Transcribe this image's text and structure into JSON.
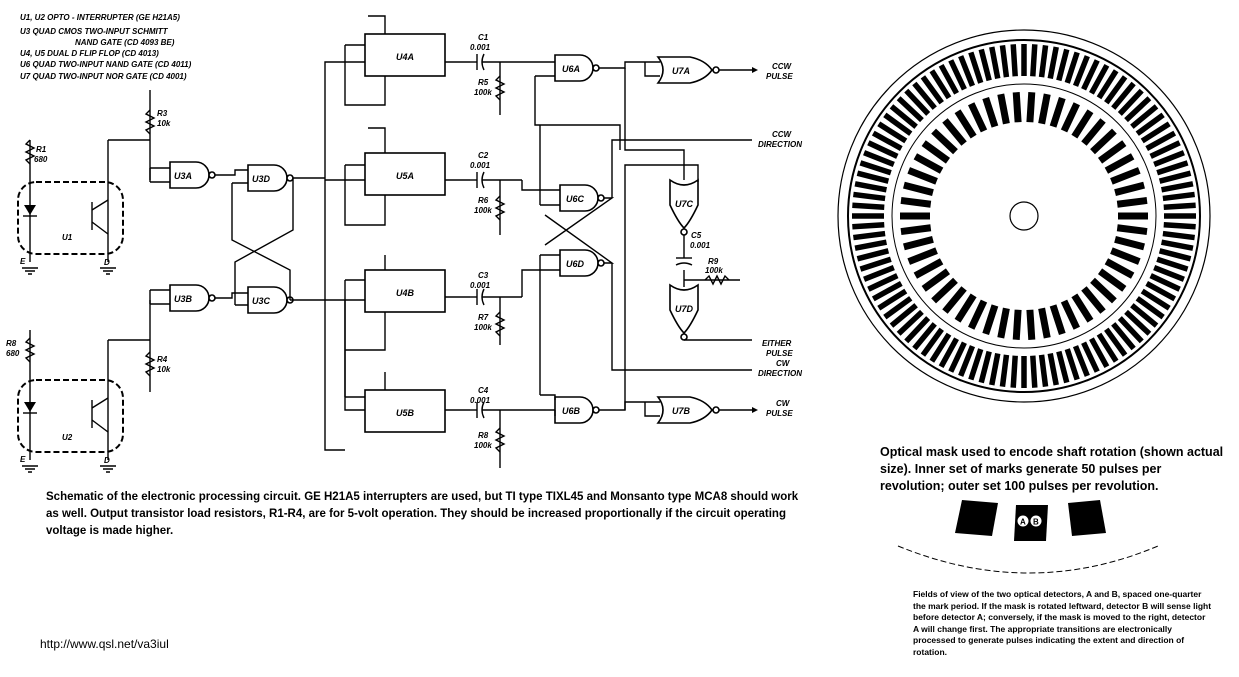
{
  "legend": [
    "U1, U2 OPTO - INTERRUPTER (GE H21A5)",
    "U3  QUAD CMOS TWO-INPUT SCHMITT",
    "NAND GATE (CD 4093 BE)",
    "U4, U5  DUAL D FLIP FLOP (CD 4013)",
    "U6  QUAD TWO-INPUT NAND GATE (CD 4011)",
    "U7  QUAD TWO-INPUT NOR GATE (CD 4001)"
  ],
  "components": {
    "U1": "U1",
    "U2": "U2",
    "R1": "R1",
    "R1v": "680",
    "R8": "R8",
    "R8v": "680",
    "R3": "R3",
    "R3v": "10k",
    "R4": "R4",
    "R4v": "10k",
    "R5": "R5",
    "R5v": "100k",
    "R6": "R6",
    "R6v": "100k",
    "R7": "R7",
    "R7v": "100k",
    "R8b": "R8",
    "R8bv": "100k",
    "R9": "R9",
    "R9v": "100k",
    "C1": "C1",
    "C1v": "0.001",
    "C2": "C2",
    "C2v": "0.001",
    "C3": "C3",
    "C3v": "0.001",
    "C4": "C4",
    "C4v": "0.001",
    "C5": "C5",
    "C5v": "0.001",
    "U3A": "U3A",
    "U3B": "U3B",
    "U3C": "U3C",
    "U3D": "U3D",
    "U4A": "U4A",
    "U4B": "U4B",
    "U5A": "U5A",
    "U5B": "U5B",
    "U6A": "U6A",
    "U6B": "U6B",
    "U6C": "U6C",
    "U6D": "U6D",
    "U7A": "U7A",
    "U7B": "U7B",
    "U7C": "U7C",
    "U7D": "U7D",
    "E": "E",
    "D": "D"
  },
  "outputs": {
    "ccw_pulse": [
      "CCW",
      "PULSE"
    ],
    "ccw_direction": [
      "CCW",
      "DIRECTION"
    ],
    "either_pulse": [
      "EITHER",
      "PULSE"
    ],
    "cw_direction": [
      "CW",
      "DIRECTION"
    ],
    "cw_pulse": [
      "CW",
      "PULSE"
    ]
  },
  "schematic_caption": "Schematic of the electronic processing circuit. GE H21A5 interrupters are used, but TI type TIXL45 and Monsanto type MCA8 should work as well. Output transistor load resistors, R1-R4, are for 5-volt operation. They should be increased proportionally if the circuit operating voltage is made higher.",
  "url": "http://www.qsl.net/va3iul",
  "mask_caption": "Optical mask used to encode shaft rotation (shown actual size). Inner set of marks generate 50 pulses per revolution; outer set 100 pulses per revolution.",
  "detector_labels": {
    "a": "A",
    "b": "B"
  },
  "fov_caption": "Fields of view of the two optical detectors, A and B, spaced one-quarter the mark period. If the mask is rotated leftward, detector B will sense light before detector A; conversely, if the mask is moved to the right, detector A will change first. The appropriate transitions are electronically processed to generate pulses indicating the extent and direction of rotation.",
  "mask": {
    "outer_marks": 100,
    "inner_marks": 50
  }
}
